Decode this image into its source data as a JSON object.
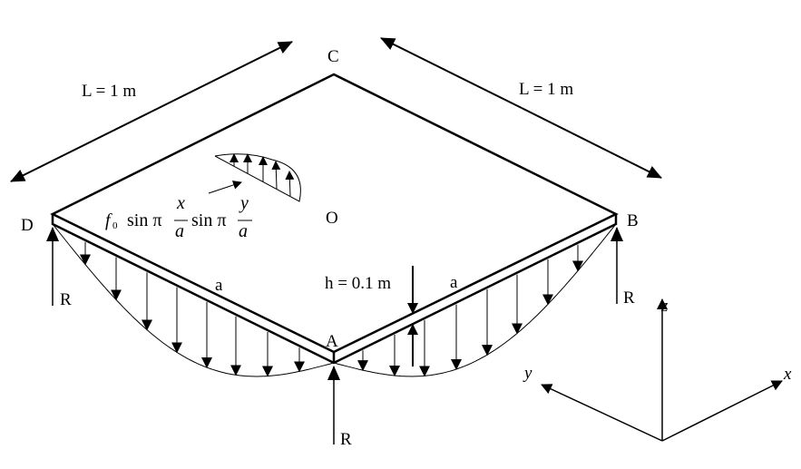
{
  "dimensions": {
    "left_length": "L = 1 m",
    "right_length": "L = 1 m",
    "thickness": "h = 0.1 m",
    "edge_left": "a",
    "edge_right": "a"
  },
  "corners": {
    "c": "C",
    "d": "D",
    "o": "O",
    "b": "B",
    "a": "A"
  },
  "reactions": {
    "d": "R",
    "a": "R",
    "b": "R"
  },
  "axes": {
    "x": "x",
    "y": "y",
    "z": "z"
  },
  "load_formula": {
    "f": "f",
    "sub": "0",
    "sin1": "sin π",
    "num1": "x",
    "den1": "a",
    "sin2": "sin π",
    "num2": "y",
    "den2": "a"
  },
  "colors": {
    "stroke": "#000000",
    "background": "#ffffff"
  }
}
